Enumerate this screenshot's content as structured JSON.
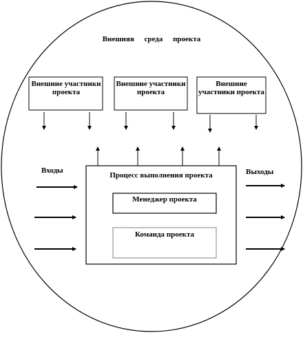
{
  "diagram": {
    "environment_label": "Внешняя среда проекта",
    "participants": [
      {
        "label": "Внешние участники проекта"
      },
      {
        "label": "Внешние участники проекта"
      },
      {
        "label": "Внешние участники проекта"
      }
    ],
    "inputs_label": "Входы",
    "outputs_label": "Выходы",
    "process_label": "Процесс выполнения проекта",
    "manager_label": "Менеджер проекта",
    "team_label": "Команда проекта"
  }
}
